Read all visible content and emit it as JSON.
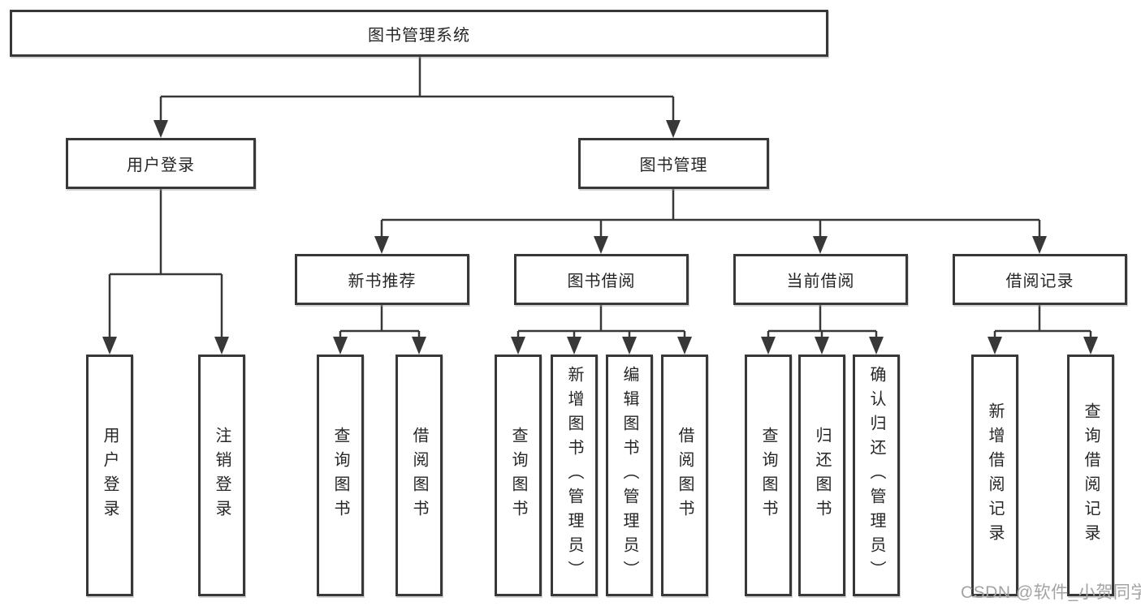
{
  "diagram": {
    "root": {
      "label": "图书管理系统"
    },
    "level2": [
      {
        "id": "user-login",
        "label": "用户登录"
      },
      {
        "id": "book-management",
        "label": "图书管理"
      }
    ],
    "level3": [
      {
        "id": "new-book-recommend",
        "label": "新书推荐",
        "parent": "book-management"
      },
      {
        "id": "book-borrow",
        "label": "图书借阅",
        "parent": "book-management"
      },
      {
        "id": "current-borrow",
        "label": "当前借阅",
        "parent": "book-management"
      },
      {
        "id": "borrow-records",
        "label": "借阅记录",
        "parent": "book-management"
      }
    ],
    "leaves": [
      {
        "id": "user-login-leaf",
        "label": "用户登录",
        "parent": "user-login"
      },
      {
        "id": "logout",
        "label": "注销登录",
        "parent": "user-login"
      },
      {
        "id": "recommend-query-books",
        "label": "查询图书",
        "parent": "new-book-recommend"
      },
      {
        "id": "recommend-borrow-books",
        "label": "借阅图书",
        "parent": "new-book-recommend"
      },
      {
        "id": "borrow-query-books",
        "label": "查询图书",
        "parent": "book-borrow"
      },
      {
        "id": "borrow-add-books",
        "label": "新增图书（管理员）",
        "parent": "book-borrow"
      },
      {
        "id": "borrow-edit-books",
        "label": "编辑图书（管理员）",
        "parent": "book-borrow"
      },
      {
        "id": "borrow-borrow-books",
        "label": "借阅图书",
        "parent": "book-borrow"
      },
      {
        "id": "current-query-books",
        "label": "查询图书",
        "parent": "current-borrow"
      },
      {
        "id": "current-return-books",
        "label": "归还图书",
        "parent": "current-borrow"
      },
      {
        "id": "current-confirm-return",
        "label": "确认归还（管理员）",
        "parent": "current-borrow"
      },
      {
        "id": "records-add",
        "label": "新增借阅记录",
        "parent": "borrow-records"
      },
      {
        "id": "records-query",
        "label": "查询借阅记录",
        "parent": "borrow-records"
      }
    ],
    "line_color": "#383838"
  },
  "watermark": {
    "text": "CSDN @软件_小贺同学",
    "color": "#a3a3a3"
  }
}
